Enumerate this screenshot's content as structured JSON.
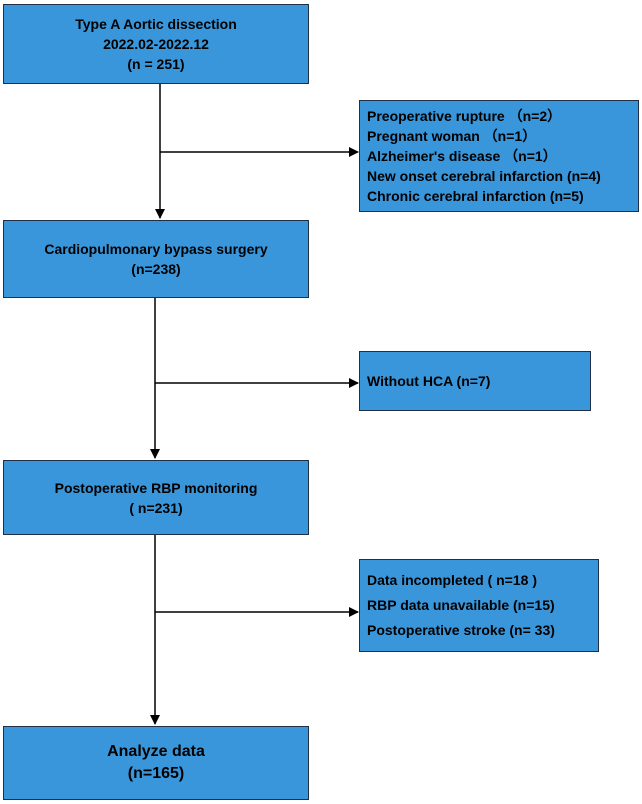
{
  "flow": {
    "step1": {
      "lines": [
        "Type A Aortic dissection",
        "2022.02-2022.12",
        "(n = 251)"
      ]
    },
    "exclusion1": {
      "lines": [
        "Preoperative rupture （n=2）",
        "Pregnant woman （n=1）",
        "Alzheimer's disease （n=1）",
        "New onset cerebral infarction (n=4)",
        "Chronic cerebral infarction (n=5)"
      ]
    },
    "step2": {
      "lines": [
        "Cardiopulmonary bypass surgery",
        "(n=238)"
      ]
    },
    "exclusion2": {
      "lines": [
        "Without HCA (n=7)"
      ]
    },
    "step3": {
      "lines": [
        "Postoperative RBP monitoring",
        "( n=231)"
      ]
    },
    "exclusion3": {
      "lines": [
        "Data incompleted ( n=18 )",
        "RBP data unavailable (n=15)",
        "Postoperative stroke (n= 33)"
      ]
    },
    "step4": {
      "lines": [
        "Analyze data",
        "(n=165)"
      ]
    }
  },
  "colors": {
    "box_fill": "#3a96db",
    "box_border": "#1f2f45",
    "arrow": "#000000"
  }
}
